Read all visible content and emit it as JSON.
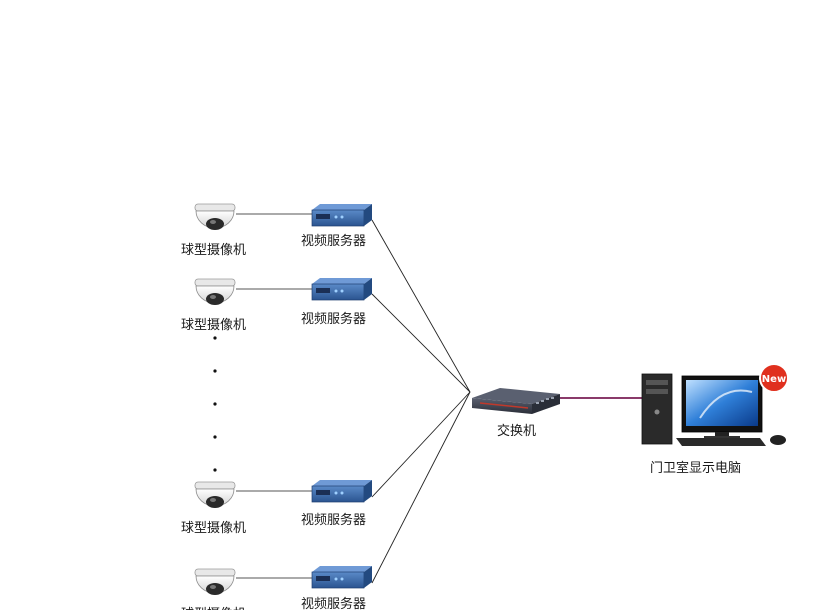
{
  "labels": {
    "camera": "球型摄像机",
    "server": "视频服务器",
    "switch": "交换机",
    "pc": "门卫室显示电脑",
    "badge": "New"
  },
  "colors": {
    "link_line": "#222222",
    "switch_pc_link": "#8a3a6a",
    "server_body": "#3a6aa8",
    "switch_body": "#3c4250",
    "badge": "#e0301e"
  }
}
